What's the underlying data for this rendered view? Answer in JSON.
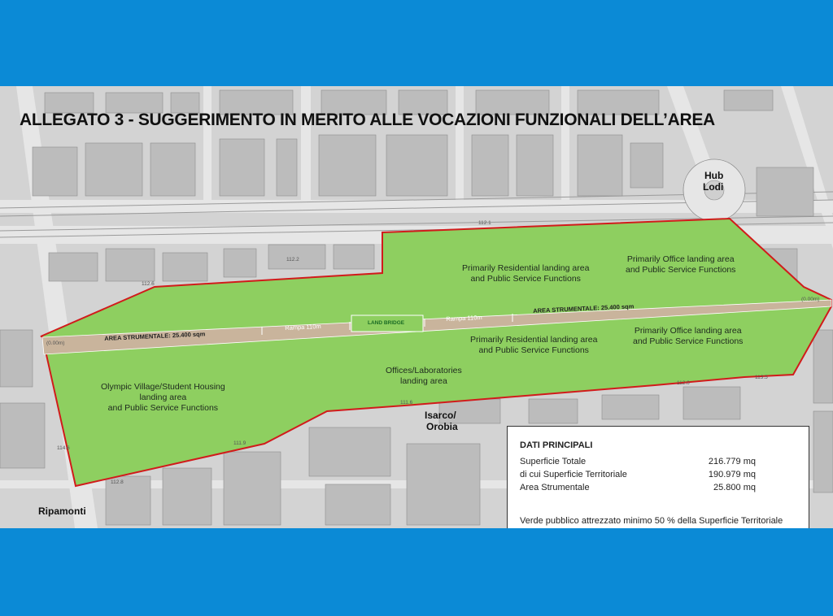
{
  "title": "ALLEGATO 3 - SUGGERIMENTO IN MERITO ALLE VOCAZIONI FUNZIONALI DELL’AREA",
  "places": {
    "hub": "Hub",
    "lodi": "Lodi",
    "isarco": "Isarco/",
    "orobia": "Orobia",
    "ripamonti": "Ripamonti"
  },
  "zones": {
    "res_north_1": "Primarily Residential landing area",
    "res_north_2": "and Public Service Functions",
    "office_north_1": "Primarily Office landing area",
    "office_north_2": "and Public Service Functions",
    "res_south_1": "Primarily Residential landing area",
    "res_south_2": "and Public Service Functions",
    "office_south_1": "Primarily Office landing area",
    "office_south_2": "and Public Service Functions",
    "olympic_1": "Olympic Village/Student Housing",
    "olympic_2": "landing area",
    "olympic_3": "and Public Service Functions",
    "offices_lab_1": "Offices/Laboratories",
    "offices_lab_2": "landing area"
  },
  "strip": {
    "left_label": "AREA STRUMENTALE: 25.400 sqm",
    "right_label": "AREA STRUMENTALE: 25.400 sqm",
    "ramp_left": "Rampa 110m",
    "ramp_right": "Rampa 110m",
    "land_bridge": "LAND BRIDGE",
    "elev_left": "(0.00m)",
    "elev_right": "(0.00m)"
  },
  "elevations": [
    "112.1",
    "112.2",
    "112.6",
    "112.0",
    "111.6",
    "111.9",
    "112.8",
    "113.5",
    "114.6"
  ],
  "data_box": {
    "header": "DATI PRINCIPALI",
    "rows": [
      {
        "label": "Superficie Totale",
        "value": "216.779 mq"
      },
      {
        "label": "di cui Superficie Territoriale",
        "value": "190.979 mq"
      },
      {
        "label": "Area Strumentale",
        "value": "25.800 mq"
      }
    ],
    "note": "Verde pubblico attrezzato minimo 50 % della Superficie Territoriale"
  },
  "colors": {
    "frame": "#0b8ad6",
    "map_bg": "#d3d3d3",
    "building": "#bdbdbd",
    "green": "#8ecf60",
    "boundary": "#d11b1b",
    "strip": "#c9b49c"
  }
}
